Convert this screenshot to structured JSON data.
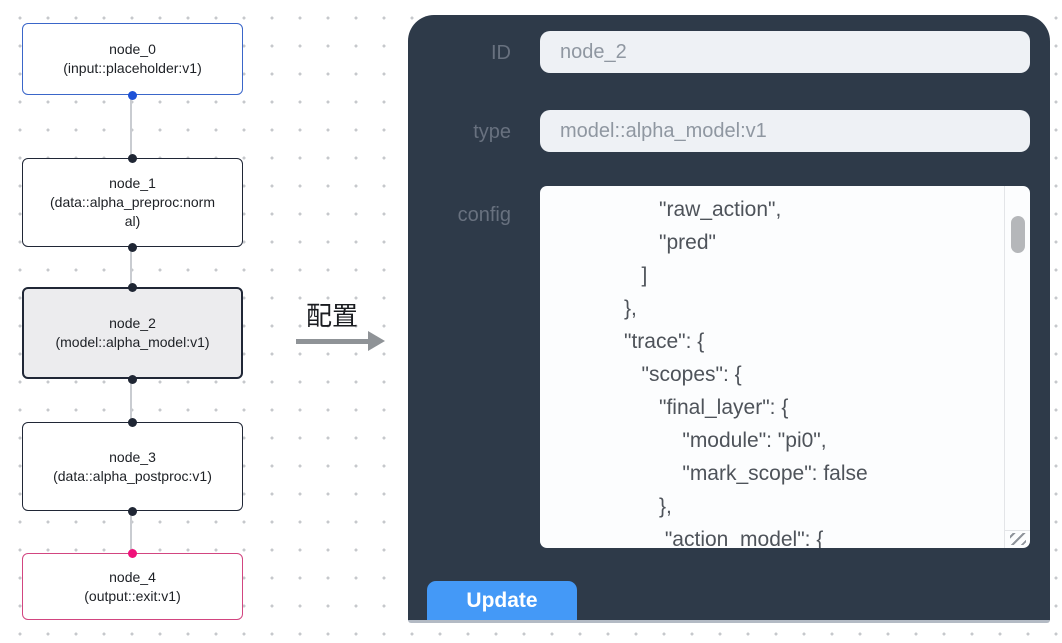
{
  "colors": {
    "panel-bg": "#2e3a49",
    "field-bg": "#eef1f5",
    "field-text": "#8f97a1",
    "label-text": "#68717f",
    "code-text": "#4e535a",
    "code-bg": "#fcfdfe",
    "button-bg": "#4499f7",
    "button-text": "#ffffff",
    "node-bg": "#ffffff",
    "node-selected-bg": "#ececee",
    "node-border": "#202736",
    "node-border-input": "#3a66c9",
    "node-border-output": "#d24580",
    "port-input": "#1d52d7",
    "port-default": "#1f2634",
    "port-output": "#f0127a",
    "edge": "#c9ccd1",
    "arrow": "#8f9397",
    "node-text": "#1d2025",
    "grid-dot": "#c6c8cc",
    "panel-edge": "#b3bac4",
    "scroll-thumb": "#b5b7ba"
  },
  "flow": {
    "nodes": [
      {
        "title": "node_0",
        "subtitle": "(input::placeholder:v1)"
      },
      {
        "title": "node_1",
        "subtitle": "(data::alpha_preproc:normal)"
      },
      {
        "title": "node_2",
        "subtitle": "(model::alpha_model:v1)"
      },
      {
        "title": "node_3",
        "subtitle": "(data::alpha_postproc:v1)"
      },
      {
        "title": "node_4",
        "subtitle": "(output::exit:v1)"
      }
    ]
  },
  "arrow": {
    "label": "配置"
  },
  "panel": {
    "id_label": "ID",
    "id_value": "node_2",
    "type_label": "type",
    "type_value": "model::alpha_model:v1",
    "config_label": "config",
    "config_lines": [
      "                  \"raw_action\",",
      "                  \"pred\"",
      "               ]",
      "            },",
      "            \"trace\": {",
      "               \"scopes\": {",
      "                  \"final_layer\": {",
      "                      \"module\": \"pi0\",",
      "                      \"mark_scope\": false",
      "                  },",
      "                   \"action_model\": {"
    ],
    "update_label": "Update"
  }
}
